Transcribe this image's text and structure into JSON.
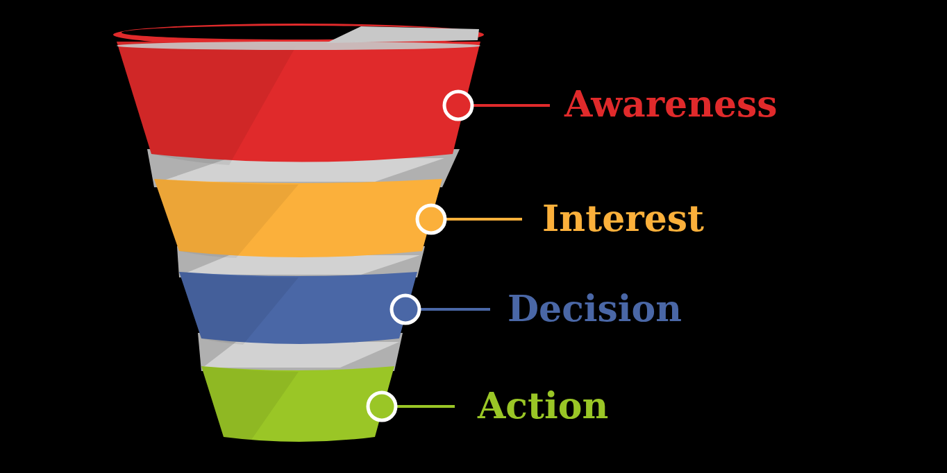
{
  "diagram": {
    "labels": [
      "Awareness",
      "Interest",
      "Decision",
      "Action"
    ]
  }
}
